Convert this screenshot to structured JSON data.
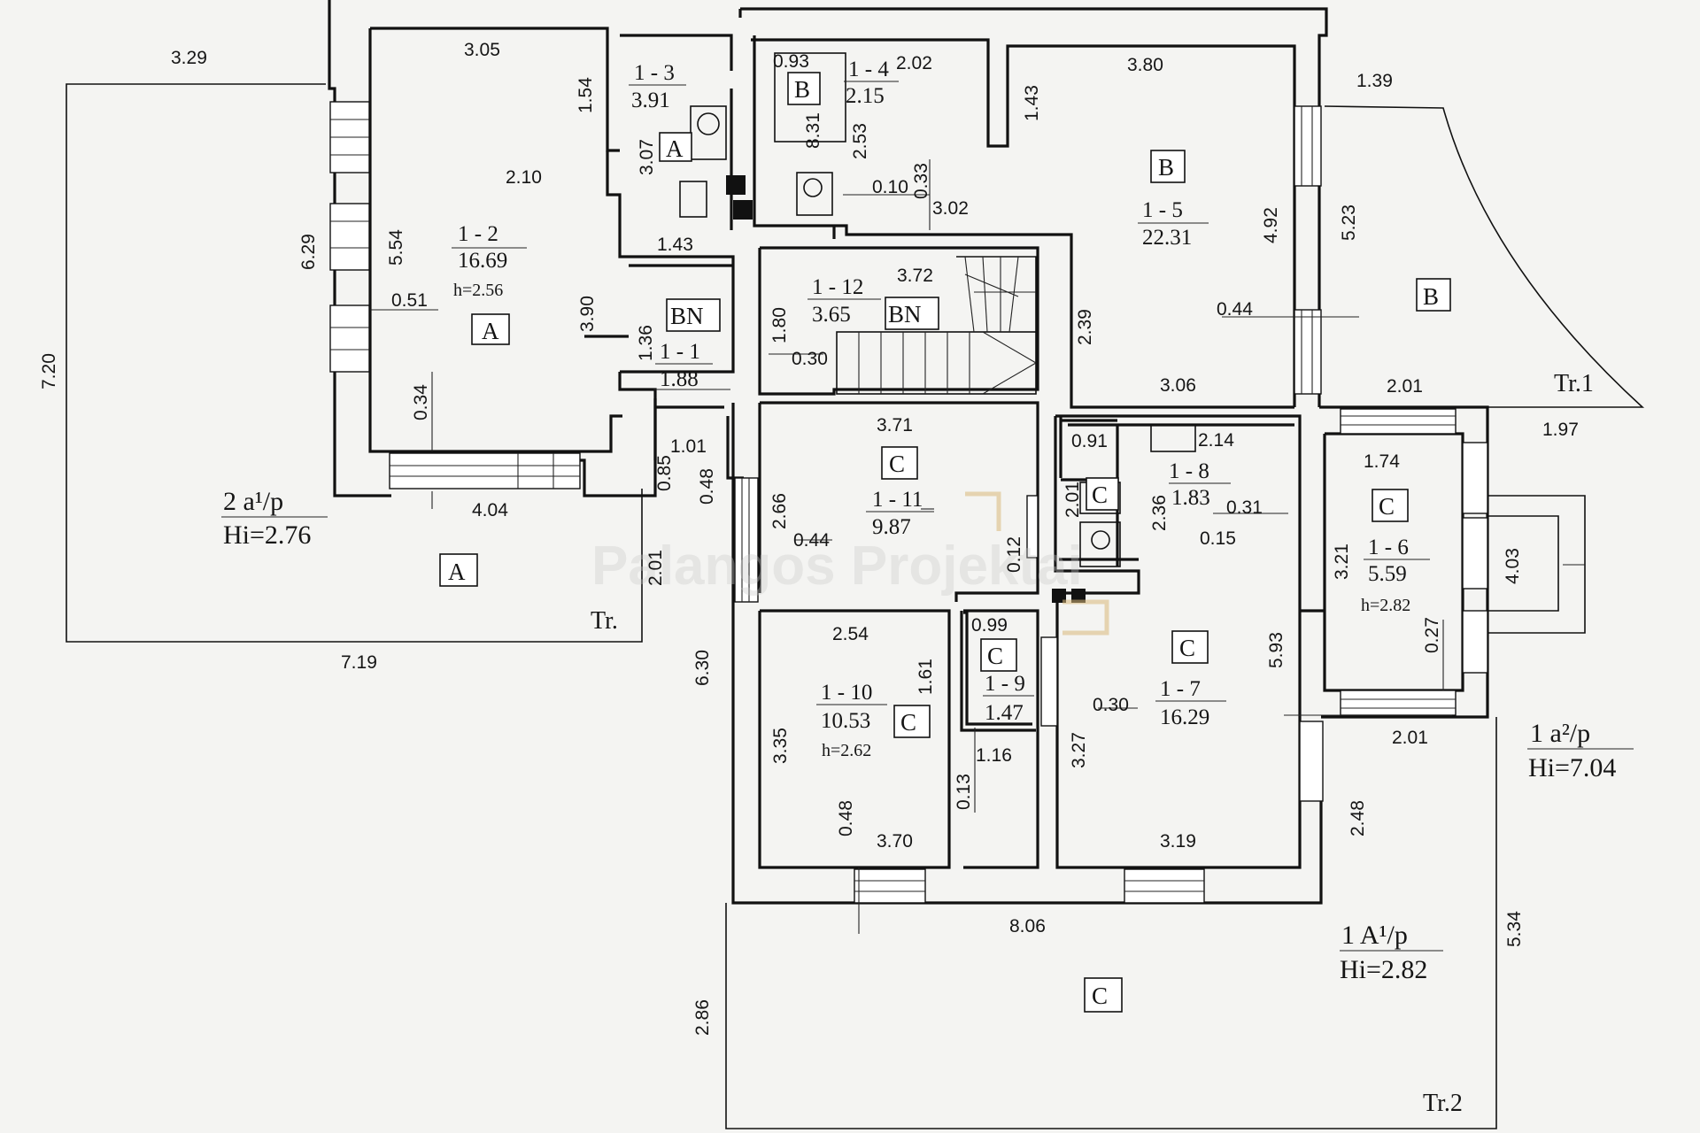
{
  "rooms": [
    {
      "id": "1 - 1",
      "area": "1.88"
    },
    {
      "id": "1 - 2",
      "area": "16.69",
      "height": "h=2.56"
    },
    {
      "id": "1 - 3",
      "area": "3.91"
    },
    {
      "id": "1 - 4",
      "area": "2.15"
    },
    {
      "id": "1 - 5",
      "area": "22.31"
    },
    {
      "id": "1 - 6",
      "area": "5.59",
      "height": "h=2.82"
    },
    {
      "id": "1 - 7",
      "area": "16.29"
    },
    {
      "id": "1 - 8",
      "area": "1.83"
    },
    {
      "id": "1 - 9",
      "area": "1.47"
    },
    {
      "id": "1 - 10",
      "area": "10.53",
      "height": "h=2.62"
    },
    {
      "id": "1 - 11",
      "area": "9.87"
    },
    {
      "id": "1 - 12",
      "area": "3.65"
    }
  ],
  "zone_letters": [
    "A",
    "B",
    "C",
    "BN"
  ],
  "blocks": [
    {
      "name": "2 a¹/p",
      "height": "Hi=2.76"
    },
    {
      "name": "1 a²/p",
      "height": "Hi=7.04"
    },
    {
      "name": "1 A¹/p",
      "height": "Hi=2.82"
    }
  ],
  "terraces": [
    "Tr.",
    "Tr.1",
    "Tr.2"
  ],
  "dimensions": {
    "d329": "3.29",
    "d305": "3.05",
    "d154": "1.54",
    "d720": "7.20",
    "d629": "6.29",
    "d554": "5.54",
    "d210": "2.10",
    "d051": "0.51",
    "d390": "3.90",
    "d034": "0.34",
    "d404": "4.04",
    "d719": "7.19",
    "d143a": "1.43",
    "d307": "3.07",
    "d093": "0.93",
    "d831": "8.31",
    "d202": "2.02",
    "d253": "2.53",
    "d010": "0.10",
    "d033": "0.33",
    "d302": "3.02",
    "d143b": "1.43",
    "d380": "3.80",
    "d139": "1.39",
    "d523": "5.23",
    "d492": "4.92",
    "d044a": "0.44",
    "d239": "2.39",
    "d306": "3.06",
    "d201a": "2.01",
    "d197": "1.97",
    "d372": "3.72",
    "d180": "1.80",
    "d030a": "0.30",
    "d136": "1.36",
    "d101": "1.01",
    "d085": "0.85",
    "d048a": "0.48",
    "d201b": "2.01",
    "d371": "3.71",
    "d266": "2.66",
    "d044b": "0.44",
    "d012": "0.12",
    "d091": "0.91",
    "d214": "2.14",
    "d201c": "2.01",
    "d236": "2.36",
    "d015": "0.15",
    "d031": "0.31",
    "d174": "1.74",
    "d321": "3.21",
    "d403": "4.03",
    "d027": "0.27",
    "d201d": "2.01",
    "d593": "5.93",
    "d254": "2.54",
    "d161": "1.61",
    "d335": "3.35",
    "d630": "6.30",
    "d099": "0.99",
    "d030b": "0.30",
    "d327": "3.27",
    "d116": "1.16",
    "d013": "0.13",
    "d048b": "0.48",
    "d370": "3.70",
    "d319": "3.19",
    "d248": "2.48",
    "d534": "5.34",
    "d806": "8.06",
    "d286": "2.86"
  },
  "watermark": "Palangos Projektai",
  "colors": {
    "ink": "#111111",
    "paper": "#f4f4f2",
    "watermark_frame": "#d9b87a"
  }
}
